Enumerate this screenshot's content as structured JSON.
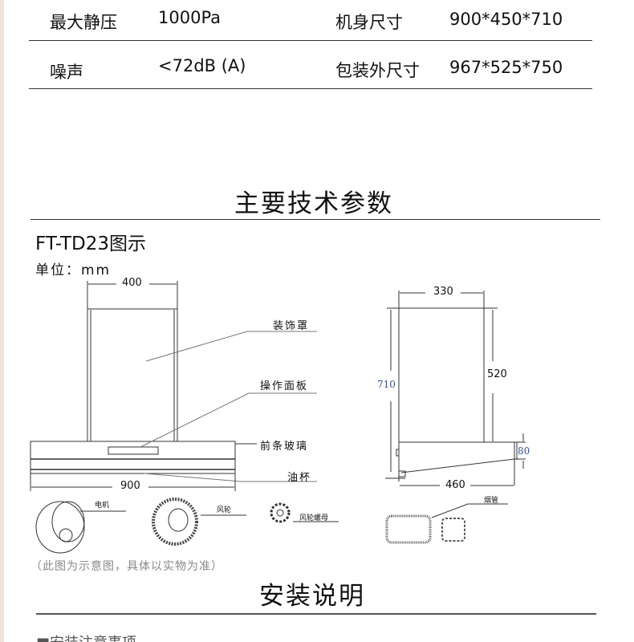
{
  "specs": [
    {
      "label": "最大静压",
      "value": "1000Pa",
      "label2": "机身尺寸",
      "value2": "900*450*710"
    },
    {
      "label": "噪声",
      "value": "<72dB (A)",
      "label2": "包装外尺寸",
      "value2": "967*525*750"
    }
  ],
  "section_title": "主要技术参数",
  "diagram": {
    "model_title": "FT-TD23图示",
    "unit": "单位：mm",
    "front": {
      "width_top": "400",
      "width_bottom": "900",
      "labels": [
        "装饰罩",
        "操作面板",
        "前条玻璃",
        "油杯"
      ]
    },
    "side": {
      "width_top": "330",
      "height_total": "710",
      "height_upper": "520",
      "height_base": "80",
      "depth": "460"
    },
    "parts": [
      "电机",
      "风轮",
      "风轮螺母",
      "烟管"
    ],
    "note": "（此图为示意图，具体以实物为准）"
  },
  "install_title": "安装说明",
  "install_sub": "■安装注意事项"
}
